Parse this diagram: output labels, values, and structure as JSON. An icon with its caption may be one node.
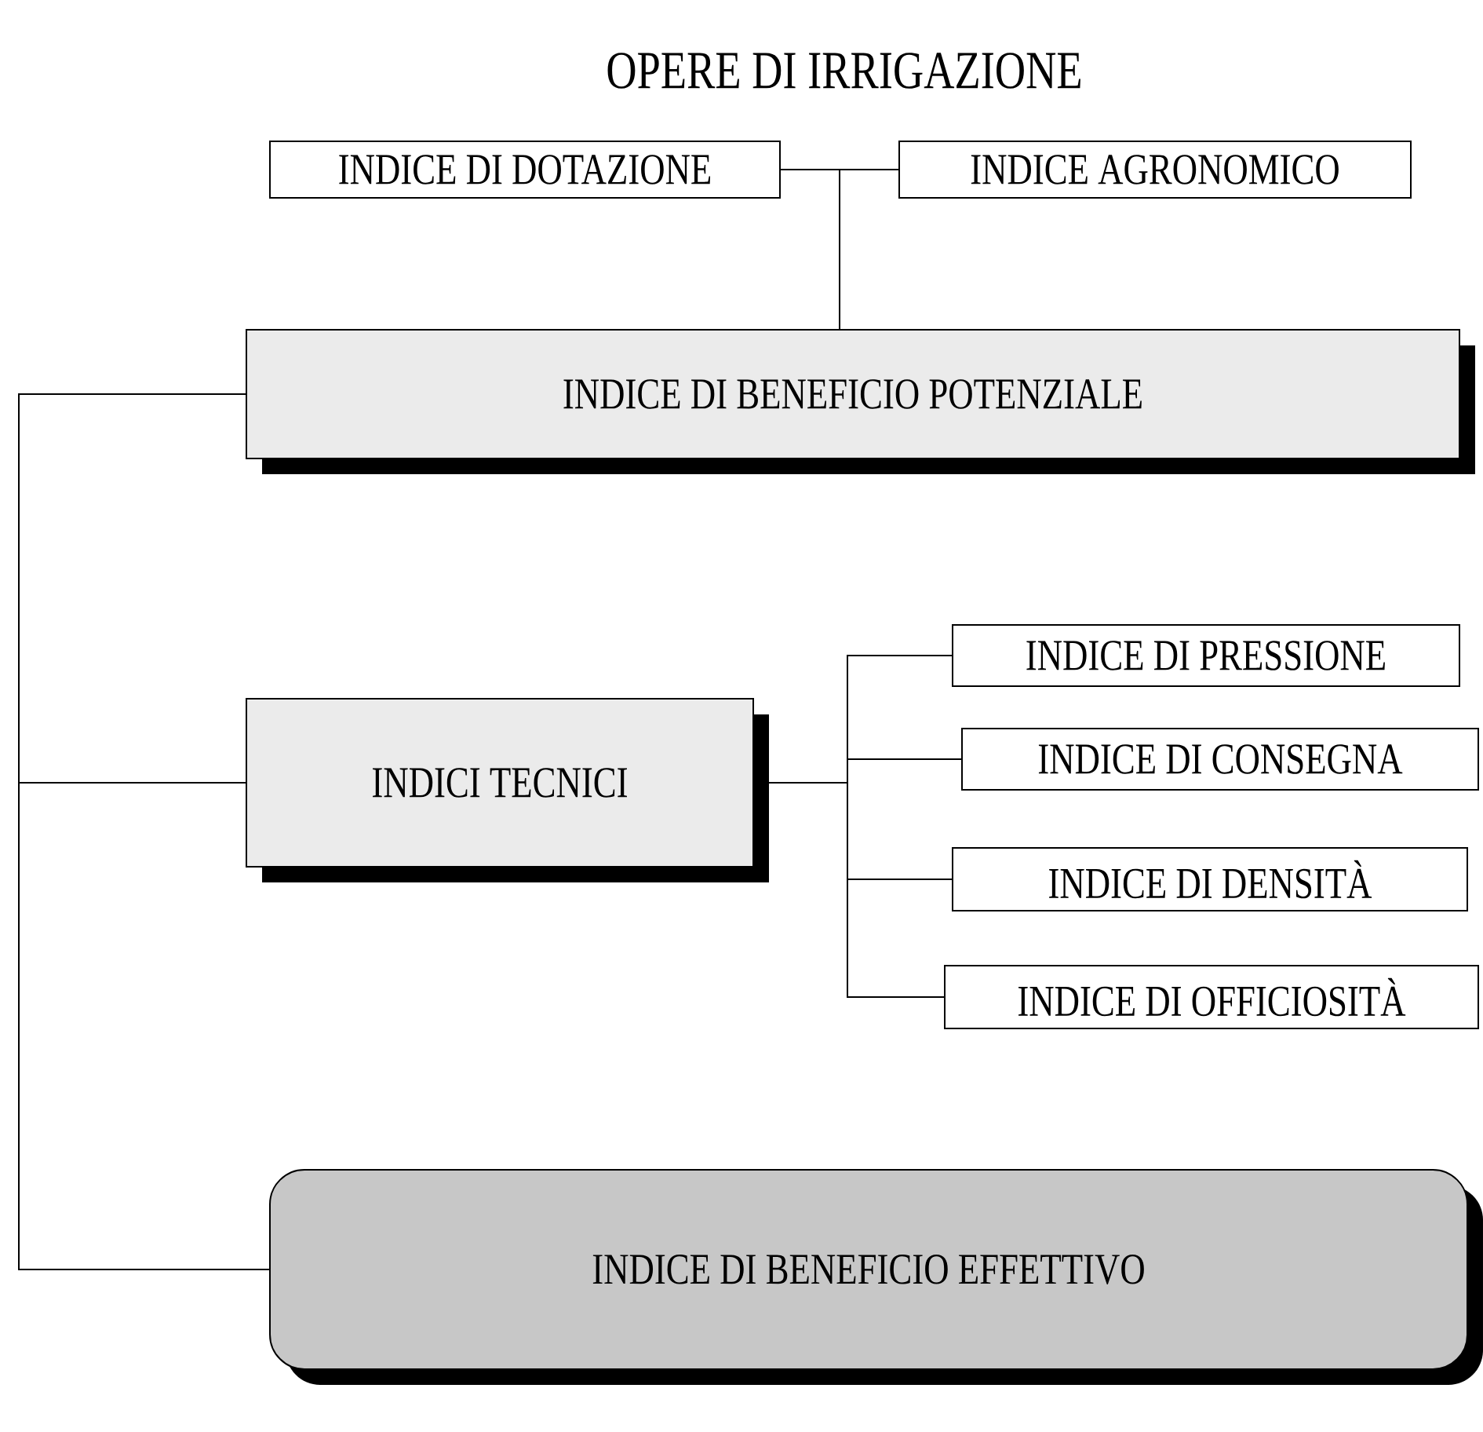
{
  "diagram": {
    "title": "OPERE DI IRRIGAZIONE",
    "nodes": [
      {
        "text": [
          "INDICE DI DOTAZIONE"
        ]
      },
      {
        "text": [
          "INDICE AGRONOMICO"
        ]
      },
      {
        "text": [
          "INDICE DI BENEFICIO POTENZIALE"
        ]
      },
      {
        "text": [
          "INDICI TECNICI"
        ]
      },
      {
        "text": [
          "INDICE DI PRESSIONE"
        ]
      },
      {
        "text": [
          "INDICE DI CONSEGNA"
        ]
      },
      {
        "text": [
          "INDICE DI DENSITÀ"
        ]
      },
      {
        "text": [
          "INDICE DI OFFICIOSITÀ"
        ]
      },
      {
        "text": [
          "INDICE DI BENEFICIO EFFETTIVO"
        ]
      }
    ],
    "edges": [
      {
        "from": 0,
        "to": 2,
        "arrow": "none"
      },
      {
        "from": 1,
        "to": 2,
        "arrow": "none"
      },
      {
        "from": 2,
        "to": 3,
        "arrow": "none"
      },
      {
        "from": 3,
        "to": 8,
        "arrow": "none"
      },
      {
        "from": 3,
        "to": 4,
        "arrow": "none"
      },
      {
        "from": 3,
        "to": 5,
        "arrow": "none"
      },
      {
        "from": 3,
        "to": 6,
        "arrow": "none"
      },
      {
        "from": 3,
        "to": 7,
        "arrow": "none"
      }
    ]
  }
}
